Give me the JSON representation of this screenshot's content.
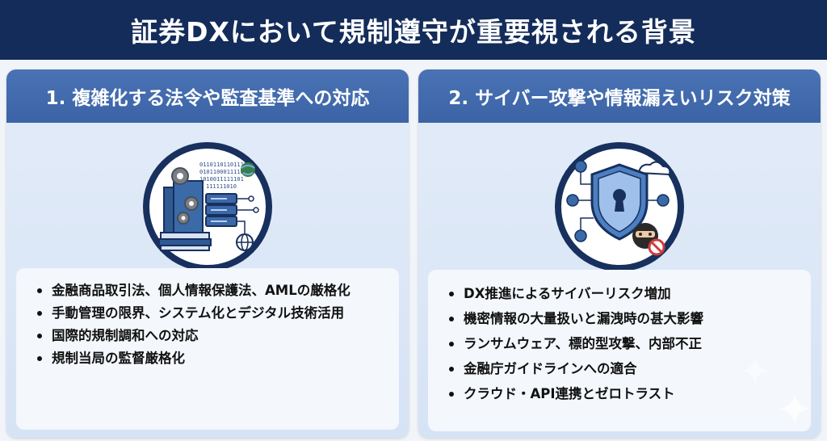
{
  "title": "証券DXにおいて規制遵守が重要視される背景",
  "left_panel": {
    "heading": "1. 複雑化する法令や監査基準への対応",
    "binary_lines": [
      "01101101101111",
      "0101100011110",
      "1010011111101",
      "111111010"
    ],
    "items": [
      "金融商品取引法、個人情報保護法、AMLの厳格化",
      "手動管理の限界、システム化とデジタル技術活用",
      "国際的規制調和への対応",
      "規制当局の監督厳格化"
    ]
  },
  "right_panel": {
    "heading": "2. サイバー攻撃や情報漏えいリスク対策",
    "items": [
      "DX推進によるサイバーリスク増加",
      "機密情報の大量扱いと漏洩時の甚大影響",
      "ランサムウェア、標的型攻撃、内部不正",
      "金融庁ガイドラインへの適合",
      "クラウド・API連携とゼロトラスト"
    ]
  },
  "colors": {
    "title_bg": "#132c5a",
    "panel_header": "#3b63a5",
    "panel_bg": "#dce7f7",
    "circle_border": "#17305d",
    "shield": "#4c7fc1"
  }
}
